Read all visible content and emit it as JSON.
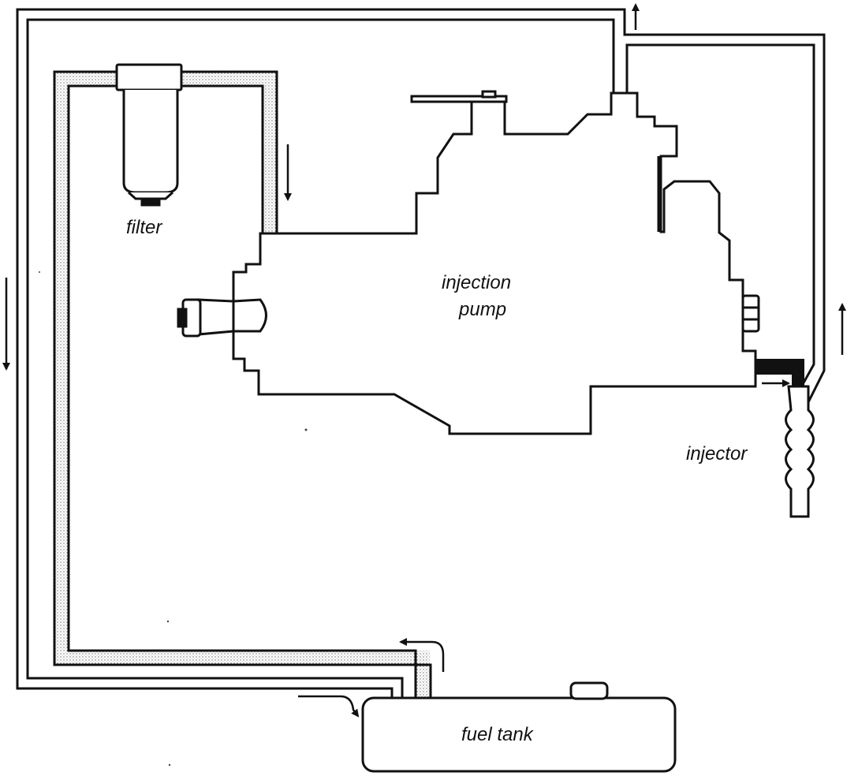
{
  "labels": {
    "filter": "filter",
    "pump_line1": "injection",
    "pump_line2": "pump",
    "injector": "injector",
    "tank": "fuel tank"
  },
  "colors": {
    "ink": "#111111",
    "paper": "#ffffff",
    "fuel_fill": "#e6e6e6"
  }
}
